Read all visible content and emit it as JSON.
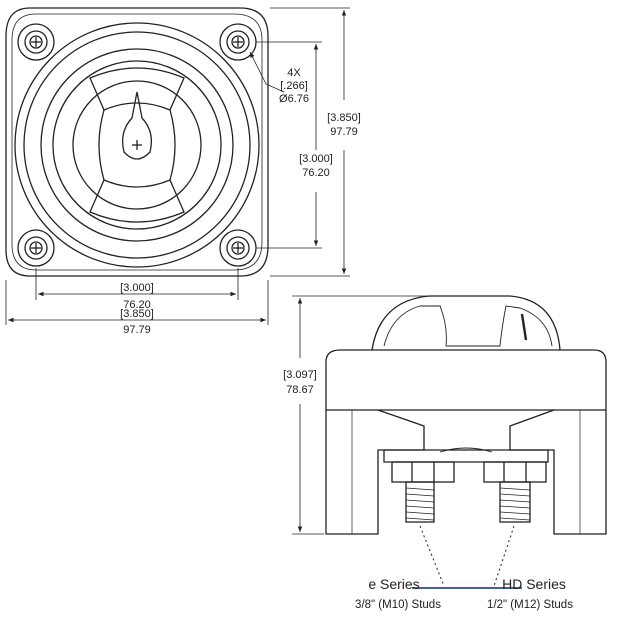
{
  "top_view": {
    "hole_count": "4X",
    "hole_dia_in": "[.266]",
    "hole_dia_mm": "Ø6.76",
    "height_in": "[3.850]",
    "height_mm": "97.79",
    "hole_spacing_v_in": "[3.000]",
    "hole_spacing_v_mm": "76.20",
    "hole_spacing_h_in": "[3.000]",
    "hole_spacing_h_mm": "76.20",
    "width_in": "[3.850]",
    "width_mm": "97.79"
  },
  "side_view": {
    "height_in": "[3.097]",
    "height_mm": "78.67"
  },
  "callouts": {
    "left_title": "e Series",
    "left_sub": "3/8\" (M10) Studs",
    "right_title": "HD Series",
    "right_sub": "1/2\" (M12) Studs"
  },
  "colors": {
    "line": "#222222",
    "accent": "#2d4a8a"
  }
}
